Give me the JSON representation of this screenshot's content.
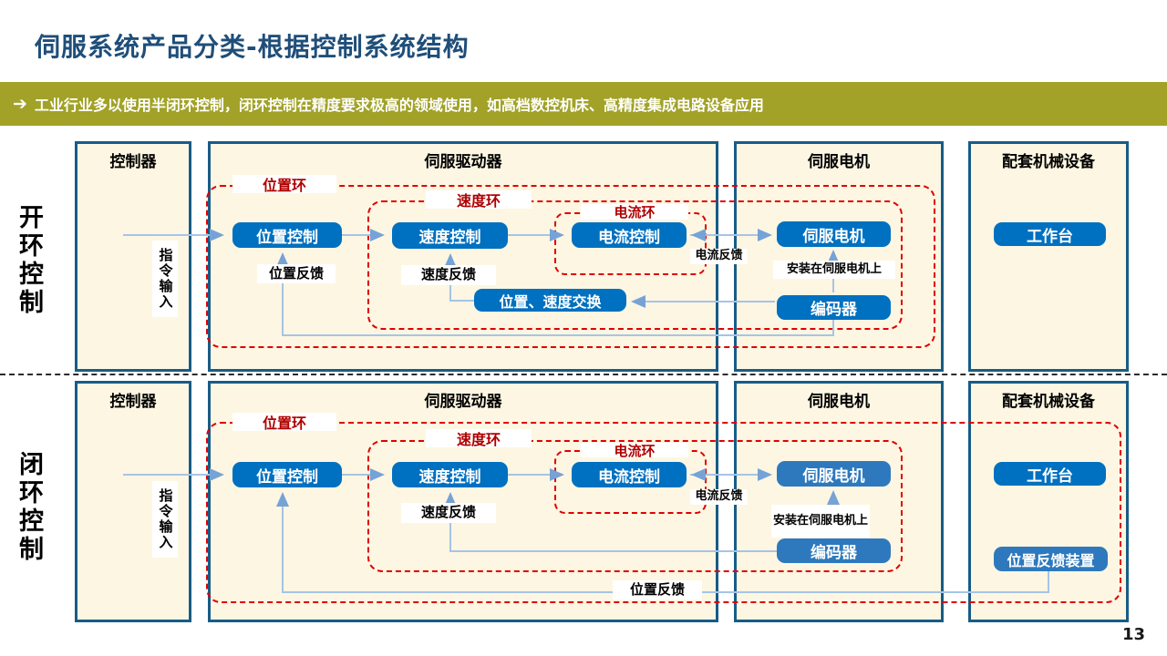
{
  "title": "伺服系统产品分类-根据控制系统结构",
  "banner": {
    "arrow": "➔",
    "text": "工业行业多以使用半闭环控制，闭环控制在精度要求极高的领域使用，如高档数控机床、高精度集成电路设备应用"
  },
  "page_number": "13",
  "colors": {
    "title_blue": "#1F4E79",
    "banner_olive": "#A1A227",
    "panel_fill": "#FDF6E2",
    "panel_border": "#175C87",
    "node_blue": "#0070C0",
    "node_light_blue": "#2E79BD",
    "loop_red": "#E00000",
    "connector_blue": "#A6C4E6"
  },
  "sections": {
    "open": {
      "label": "开环控制",
      "columns": {
        "controller": "控制器",
        "driver": "伺服驱动器",
        "motor": "伺服电机",
        "equipment": "配套机械设备"
      },
      "loops": {
        "position": "位置环",
        "speed": "速度环",
        "current": "电流环"
      },
      "nodes": {
        "position_control": "位置控制",
        "speed_control": "速度控制",
        "current_control": "电流控制",
        "exchange": "位置、速度交换",
        "servo_motor": "伺服电机",
        "encoder": "编码器",
        "worktable": "工作台"
      },
      "labels": {
        "command_input": "指令输入",
        "position_feedback": "位置反馈",
        "speed_feedback": "速度反馈",
        "current_feedback": "电流反馈",
        "mounted": "安装在伺服电机上"
      }
    },
    "closed": {
      "label": "闭环控制",
      "columns": {
        "controller": "控制器",
        "driver": "伺服驱动器",
        "motor": "伺服电机",
        "equipment": "配套机械设备"
      },
      "loops": {
        "position": "位置环",
        "speed": "速度环",
        "current": "电流环"
      },
      "nodes": {
        "position_control": "位置控制",
        "speed_control": "速度控制",
        "current_control": "电流控制",
        "servo_motor": "伺服电机",
        "encoder": "编码器",
        "worktable": "工作台",
        "feedback_device": "位置反馈装置"
      },
      "labels": {
        "command_input": "指令输入",
        "speed_feedback": "速度反馈",
        "current_feedback": "电流反馈",
        "mounted": "安装在伺服电机上",
        "position_feedback": "位置反馈"
      }
    }
  }
}
